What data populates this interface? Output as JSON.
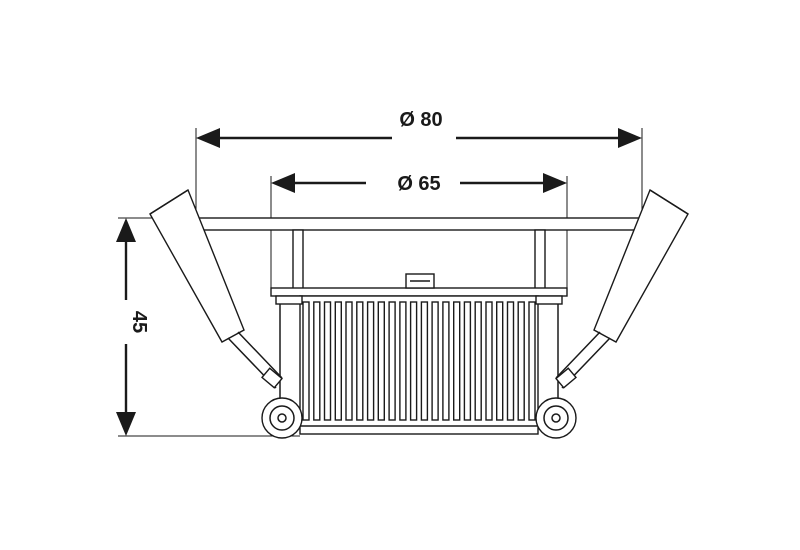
{
  "dimensions": {
    "outer_diameter": "Ø 80",
    "inner_diameter": "Ø 65",
    "height": "45"
  },
  "colors": {
    "line": "#1a1a1a",
    "background": "#ffffff"
  }
}
